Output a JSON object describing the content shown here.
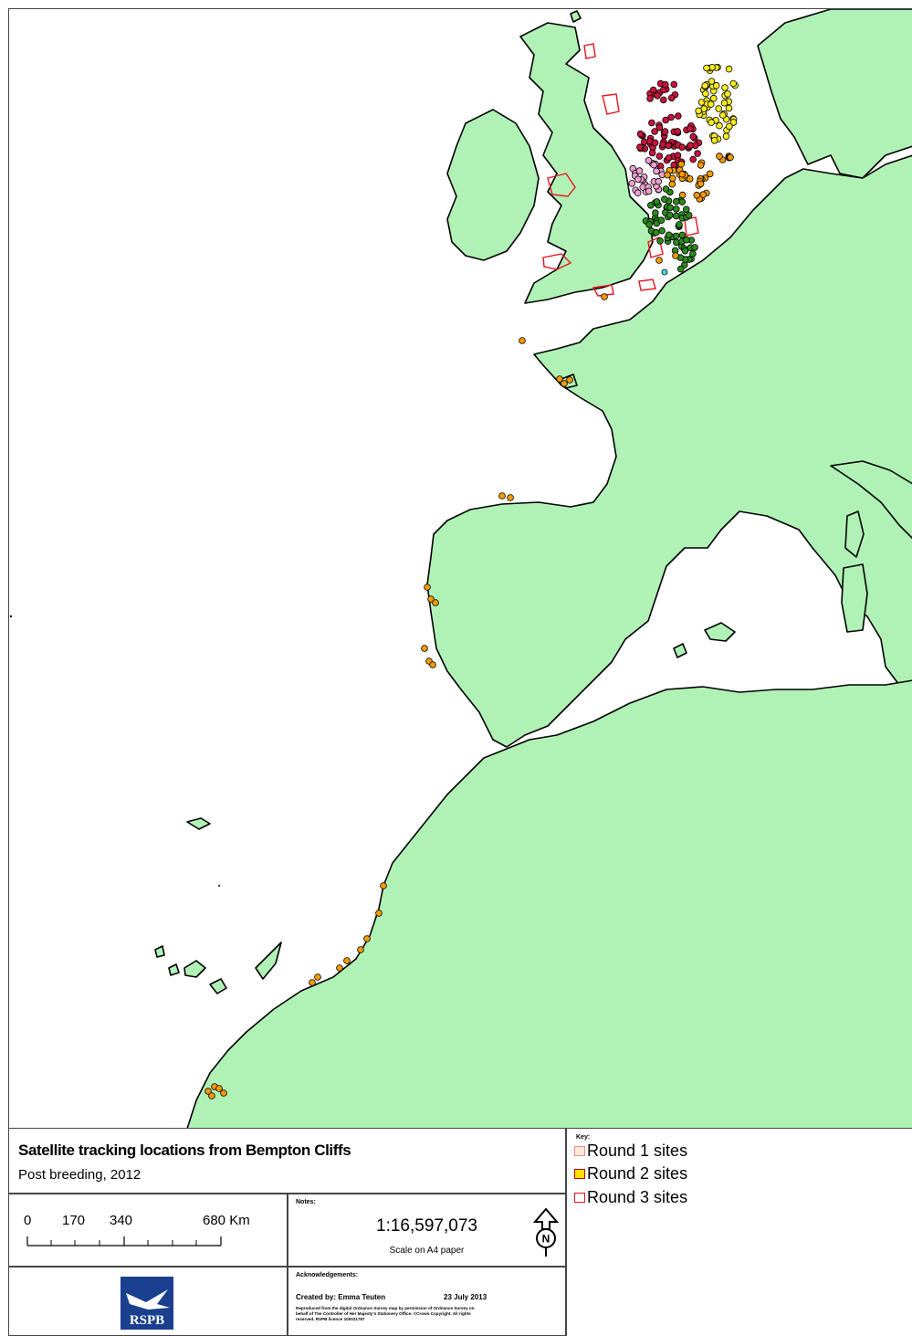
{
  "map": {
    "legend_colors": {
      "land": "#b0f2b6",
      "site_outline": "#e8141e",
      "point_orange": "#f59b00",
      "point_yellow": "#f5ec1e",
      "point_green": "#2c8a1e",
      "point_crimson": "#c8143c",
      "point_pink": "#f0a0d0",
      "point_cyan": "#40e0e0"
    }
  },
  "title": {
    "main": "Satellite tracking locations from Bempton Cliffs",
    "subtitle": "Post breeding, 2012"
  },
  "scalebar": {
    "labels": [
      "0",
      "170",
      "340",
      "680 Km"
    ]
  },
  "scale": {
    "notes_label": "Notes:",
    "ratio": "1:16,597,073",
    "note": "Scale on A4 paper"
  },
  "north_arrow": {
    "icon": "north-arrow-icon",
    "letter": "N"
  },
  "logo": {
    "text": "RSPB",
    "color": "#1b3f8f"
  },
  "acknowledgements": {
    "label": "Acknowledgements:",
    "created": "Created by: Emma Teuten",
    "date": "23 July 2013",
    "copyright": "Reproduced from the digital Ordnance Survey map by permission of Ordnance Survey on behalf of The Controller of Her Majesty's Stationery Office. ©Crown Copyright. All rights reserved. RSPB licence 100021787"
  },
  "key": {
    "label": "Key:",
    "items": [
      {
        "label": "Round 1 sites",
        "fill": "#fde9d6",
        "stroke": "#f08a8a"
      },
      {
        "label": "Round 2 sites",
        "fill": "#ffe000",
        "stroke": "#c00000"
      },
      {
        "label": "Round 3 sites",
        "fill": "#ffffff",
        "stroke": "#e8141e"
      }
    ]
  }
}
